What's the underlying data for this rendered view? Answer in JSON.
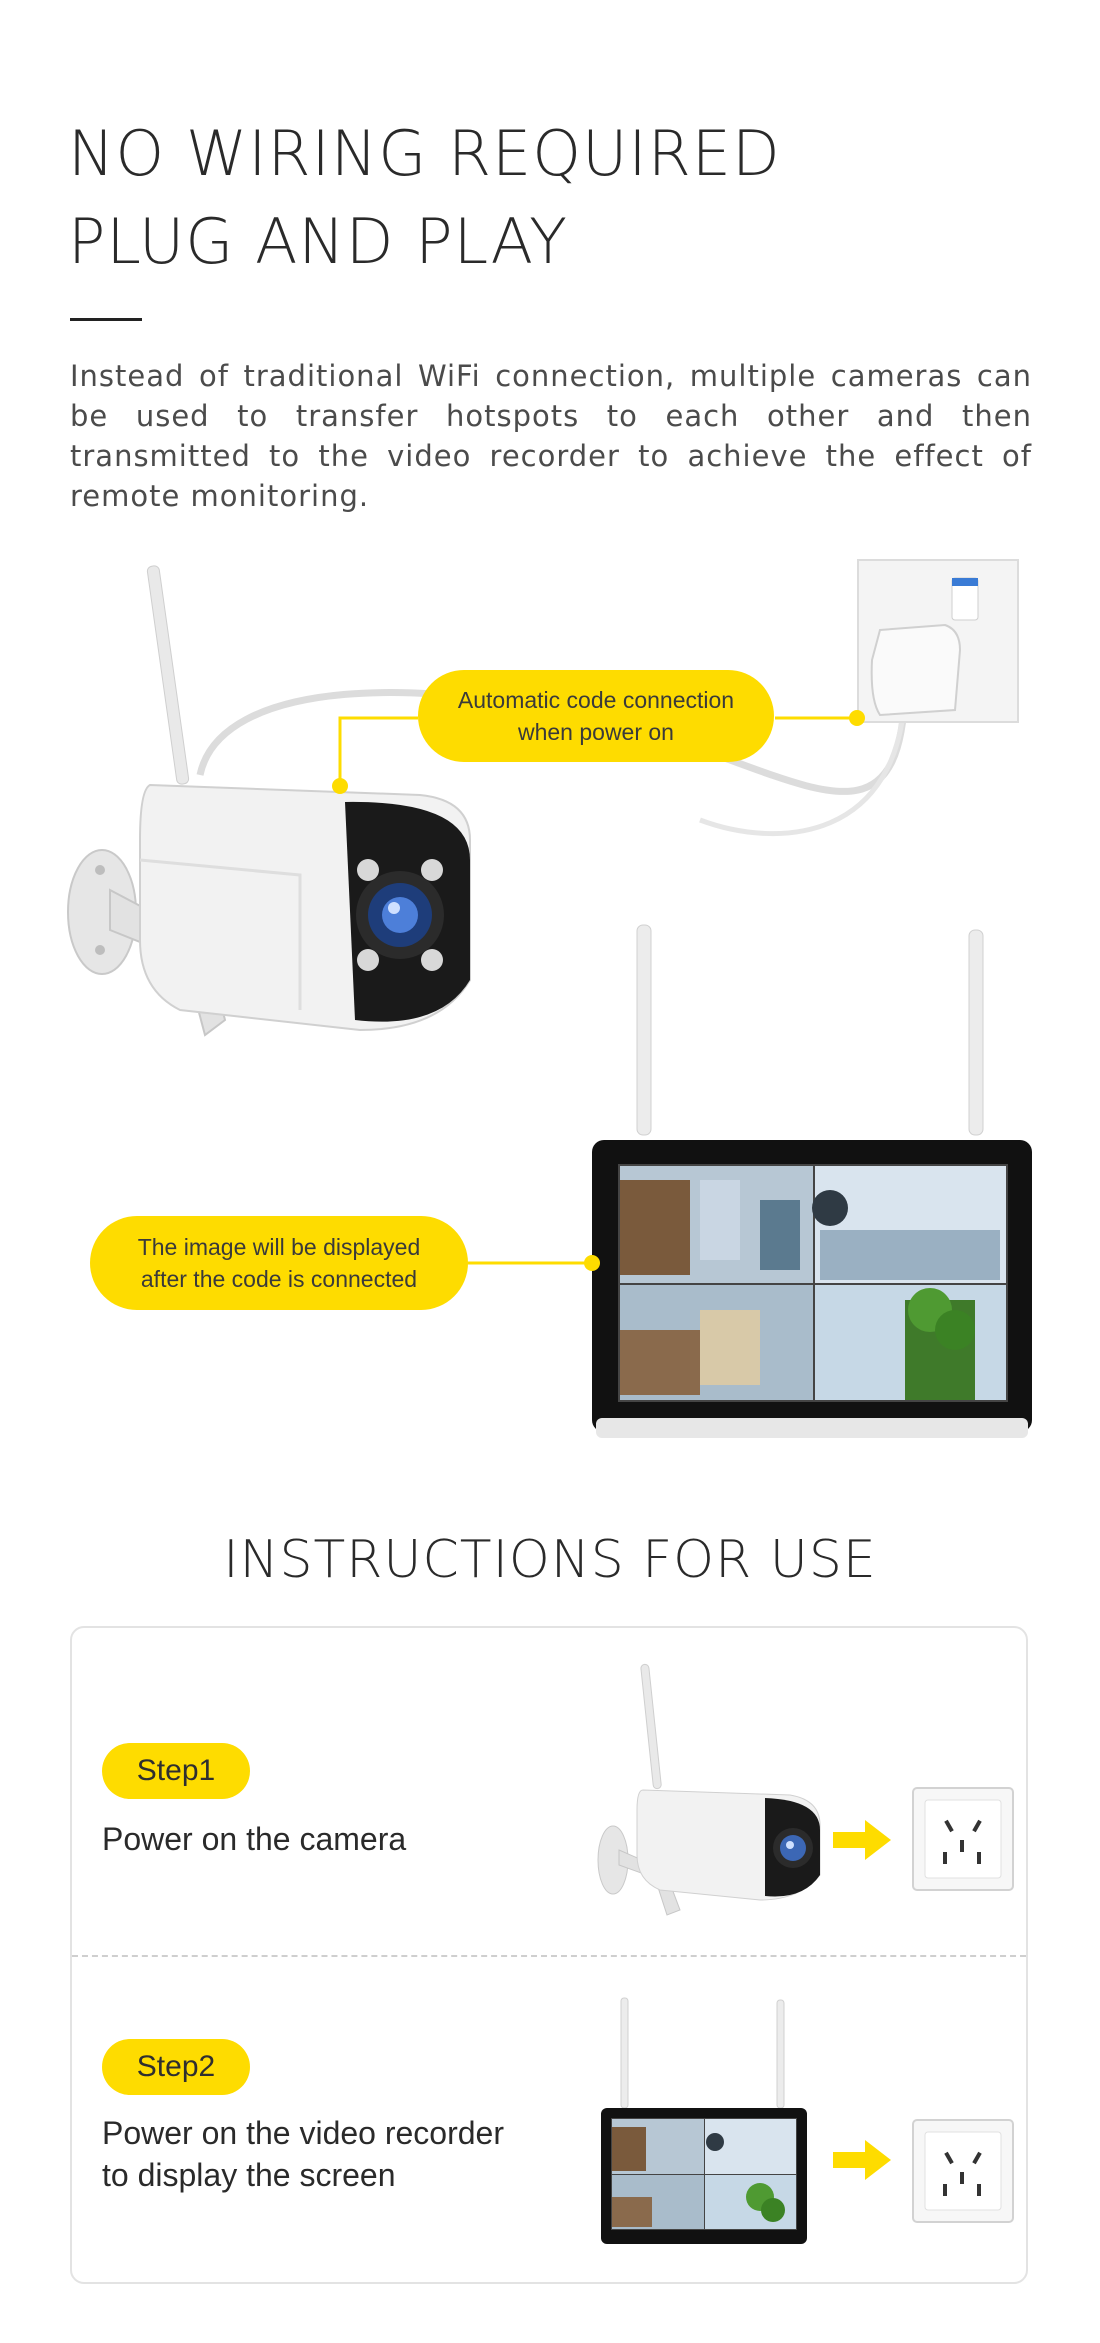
{
  "hero": {
    "title_line1": "NO WIRING REQUIRED",
    "title_line2": "PLUG AND PLAY",
    "description": "Instead of traditional WiFi connection, multiple cameras can be used to transfer hotspots to each other and then transmitted to the video recorder to achieve the effect of remote monitoring."
  },
  "callouts": {
    "auto_code_line1": "Automatic code connection",
    "auto_code_line2": "when power on",
    "image_display_line1": "The image will be displayed",
    "image_display_line2": "after the code is connected"
  },
  "instructions": {
    "title": "INSTRUCTIONS FOR USE",
    "steps": [
      {
        "badge": "Step1",
        "text_line1": "Power on the camera",
        "text_line2": ""
      },
      {
        "badge": "Step2",
        "text_line1": "Power on the video recorder",
        "text_line2": "to display the screen"
      }
    ]
  },
  "colors": {
    "accent_yellow": "#fedc00",
    "text_dark": "#2a2a2a",
    "text_body": "#4b4b4b",
    "card_border": "#e3e3e3"
  },
  "icons": [
    "camera-icon",
    "wall-socket-icon",
    "nvr-monitor-icon",
    "arrow-right-icon",
    "power-outlet-icon"
  ]
}
